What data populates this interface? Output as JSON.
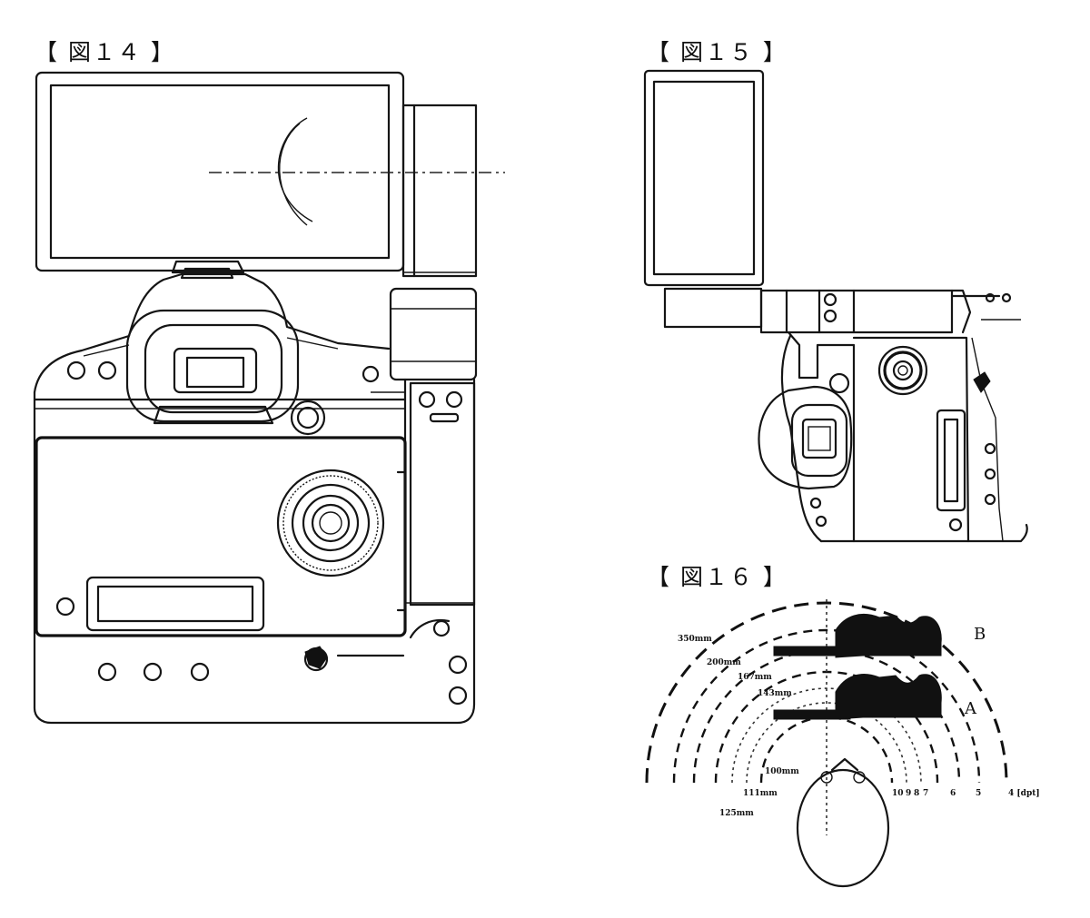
{
  "figures": {
    "fig14": {
      "label": "【 図１４ 】"
    },
    "fig15": {
      "label": "【 図１５ 】"
    },
    "fig16": {
      "label": "【 図１６ 】",
      "distance_labels": {
        "d350": "350mm",
        "d200": "200mm",
        "d167": "167mm",
        "d143": "143mm",
        "d100": "100mm",
        "d111": "111mm",
        "d125": "125mm"
      },
      "scale_labels": {
        "s10": "10",
        "s9": "9",
        "s8": "8",
        "s7": "7",
        "s6": "6",
        "s5": "5",
        "s4dpt": "4 [dpt]"
      },
      "marker_a": "A",
      "marker_b": "B"
    }
  }
}
